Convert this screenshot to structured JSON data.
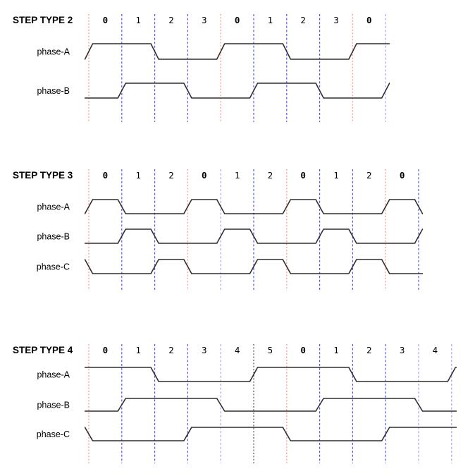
{
  "app": "stepper-motor-step-type-timing-diagrams",
  "colors": {
    "background": "#ffffff",
    "wave": "#2e2e2e",
    "text": "#000000",
    "red": "#ff9e9e",
    "blue": "#4d4df7",
    "lightblue": "#a0a0fb",
    "black": "#4a4a4a"
  },
  "diagrams": [
    {
      "title": "STEP TYPE 2",
      "steps": [
        {
          "label": "0",
          "bold": true
        },
        {
          "label": "1",
          "bold": false
        },
        {
          "label": "2",
          "bold": false
        },
        {
          "label": "3",
          "bold": false
        },
        {
          "label": "0",
          "bold": true
        },
        {
          "label": "1",
          "bold": false
        },
        {
          "label": "2",
          "bold": false
        },
        {
          "label": "3",
          "bold": false
        },
        {
          "label": "0",
          "bold": true
        }
      ],
      "gridlines": [
        "red",
        "blue",
        "blue",
        "blue",
        "red",
        "blue",
        "blue",
        "blue",
        "red",
        "lightblue"
      ],
      "phases": [
        {
          "label": "phase-A",
          "levels": [
            0,
            1,
            1,
            0,
            0,
            1,
            1,
            0,
            0,
            1,
            1
          ]
        },
        {
          "label": "phase-B",
          "levels": [
            0,
            0,
            1,
            1,
            0,
            0,
            1,
            1,
            0,
            0,
            1
          ]
        }
      ]
    },
    {
      "title": "STEP TYPE 3",
      "steps": [
        {
          "label": "0",
          "bold": true
        },
        {
          "label": "1",
          "bold": false
        },
        {
          "label": "2",
          "bold": false
        },
        {
          "label": "0",
          "bold": true
        },
        {
          "label": "1",
          "bold": false
        },
        {
          "label": "2",
          "bold": false
        },
        {
          "label": "0",
          "bold": true
        },
        {
          "label": "1",
          "bold": false
        },
        {
          "label": "2",
          "bold": false
        },
        {
          "label": "0",
          "bold": true
        }
      ],
      "gridlines": [
        "red",
        "blue",
        "blue",
        "red",
        "lightblue",
        "blue",
        "red",
        "blue",
        "blue",
        "red",
        "blue"
      ],
      "phases": [
        {
          "label": "phase-A",
          "levels": [
            0,
            1,
            0,
            0,
            1,
            0,
            0,
            1,
            0,
            0,
            1,
            0
          ]
        },
        {
          "label": "phase-B",
          "levels": [
            0,
            0,
            1,
            0,
            0,
            1,
            0,
            0,
            1,
            0,
            0,
            1
          ]
        },
        {
          "label": "phase-C",
          "levels": [
            1,
            0,
            0,
            1,
            0,
            0,
            1,
            0,
            0,
            1,
            0,
            0
          ]
        }
      ]
    },
    {
      "title": "STEP TYPE 4",
      "steps": [
        {
          "label": "0",
          "bold": true
        },
        {
          "label": "1",
          "bold": false
        },
        {
          "label": "2",
          "bold": false
        },
        {
          "label": "3",
          "bold": false
        },
        {
          "label": "4",
          "bold": false
        },
        {
          "label": "5",
          "bold": false
        },
        {
          "label": "0",
          "bold": true
        },
        {
          "label": "1",
          "bold": false
        },
        {
          "label": "2",
          "bold": false
        },
        {
          "label": "3",
          "bold": false
        },
        {
          "label": "4",
          "bold": false
        }
      ],
      "gridlines": [
        "red",
        "blue",
        "blue",
        "blue",
        "lightblue",
        "black",
        "red",
        "blue",
        "blue",
        "blue",
        "lightblue",
        "lightblue"
      ],
      "phases": [
        {
          "label": "phase-A",
          "levels": [
            1,
            1,
            1,
            0,
            0,
            0,
            1,
            1,
            1,
            0,
            0,
            0,
            1
          ]
        },
        {
          "label": "phase-B",
          "levels": [
            0,
            0,
            1,
            1,
            1,
            0,
            0,
            0,
            1,
            1,
            1,
            0,
            0
          ]
        },
        {
          "label": "phase-C",
          "levels": [
            1,
            0,
            0,
            0,
            1,
            1,
            1,
            0,
            0,
            0,
            1,
            1,
            1
          ]
        }
      ]
    }
  ]
}
